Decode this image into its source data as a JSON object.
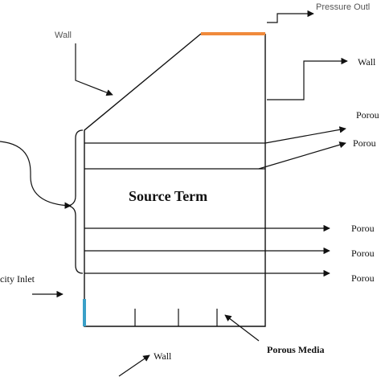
{
  "labels": {
    "pressure_outlet": "Pressure Outl",
    "wall_top_left": "Wall",
    "wall_top_right": "Wall",
    "porous_1": "Porou",
    "porous_2": "Porou",
    "porous_3": "Porou",
    "porous_4": "Porou",
    "porous_5": "Porou",
    "source_term": "Source Term",
    "velocity_inlet": "city Inlet",
    "porous_media": "Porous Media",
    "wall_bottom": "Wall"
  },
  "colors": {
    "outlet": "#f08a3c",
    "inlet": "#3aa0c8",
    "line": "#111111"
  }
}
